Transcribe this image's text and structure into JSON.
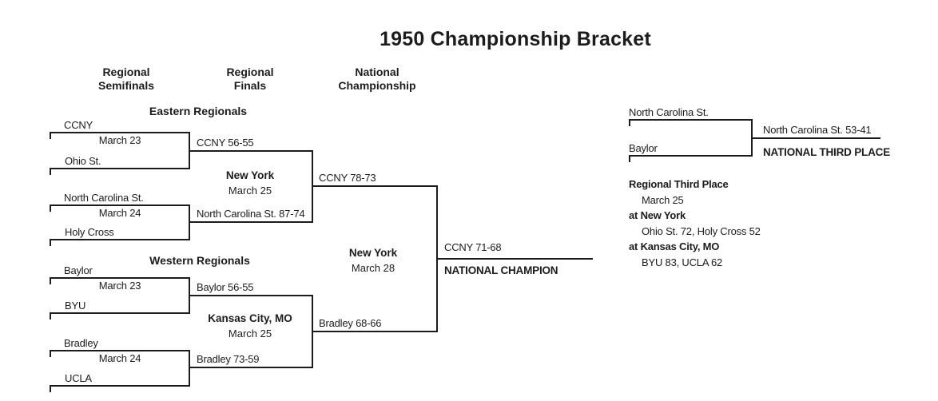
{
  "title": "1950 Championship Bracket",
  "colors": {
    "ink": "#1c1c1c",
    "background": "#ffffff"
  },
  "columns": {
    "semifinals": {
      "line1": "Regional",
      "line2": "Semifinals"
    },
    "finals": {
      "line1": "Regional",
      "line2": "Finals"
    },
    "championship": {
      "line1": "National",
      "line2": "Championship"
    }
  },
  "east": {
    "label": "Eastern Regionals",
    "sf1": {
      "top": "CCNY",
      "bottom": "Ohio St.",
      "date": "March 23",
      "winner": "CCNY 56-55"
    },
    "sf2": {
      "top": "North Carolina St.",
      "bottom": "Holy Cross",
      "date": "March 24",
      "winner": "North Carolina St. 87-74"
    },
    "final": {
      "site": "New York",
      "date": "March 25",
      "winner": "CCNY 78-73"
    }
  },
  "west": {
    "label": "Western Regionals",
    "sf1": {
      "top": "Baylor",
      "bottom": "BYU",
      "date": "March 23",
      "winner": "Baylor 56-55"
    },
    "sf2": {
      "top": "Bradley",
      "bottom": "UCLA",
      "date": "March 24",
      "winner": "Bradley 73-59"
    },
    "final": {
      "site": "Kansas City, MO",
      "date": "March 25",
      "winner": "Bradley 68-66"
    }
  },
  "championship": {
    "site": "New York",
    "date": "March 28",
    "winner": "CCNY 71-68",
    "label": "NATIONAL CHAMPION"
  },
  "third_place": {
    "top": "North Carolina St.",
    "bottom": "Baylor",
    "winner": "North Carolina St. 53-41",
    "label": "NATIONAL THIRD PLACE"
  },
  "regional_third_place": {
    "heading": "Regional Third Place",
    "date": "March 25",
    "site1": "at New York",
    "result1": "Ohio St. 72, Holy Cross 52",
    "site2": "at Kansas City, MO",
    "result2": "BYU 83, UCLA 62"
  }
}
